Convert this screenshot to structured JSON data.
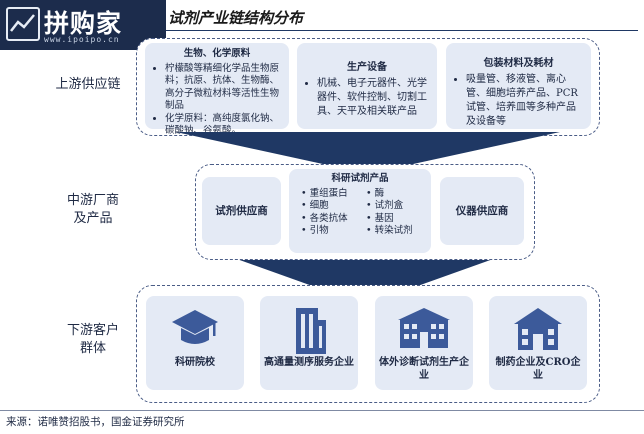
{
  "header": {
    "logo_text": "拼购家",
    "logo_url": "www.ipoipo.cn",
    "title": "试剂产业链结构分布"
  },
  "upstream": {
    "label_line1": "上游供应链",
    "cards": [
      {
        "title": "生物、化学原料",
        "items": [
          "柠檬酸等精细化学品生物原料；抗原、抗体、生物酶、高分子微粒材料等活性生物制品",
          "化学原料：高纯度氯化钠、碳酸钠、谷氨酸。"
        ]
      },
      {
        "title": "生产设备",
        "items": [
          "机械、电子元器件、光学器件、软件控制、切割工具、天平及相关联产品"
        ]
      },
      {
        "title": "包装材料及耗材",
        "items": [
          "吸量管、移液管、离心管、细胞培养产品、PCR试管、培养皿等多种产品及设备等"
        ]
      }
    ]
  },
  "midstream": {
    "label_line1": "中游厂商",
    "label_line2": "及产品",
    "left_card": "试剂供应商",
    "right_card": "仪器供应商",
    "center": {
      "title": "科研试剂产品",
      "items": [
        "重组蛋白",
        "酶",
        "细胞",
        "试剂盒",
        "各类抗体",
        "基因",
        "引物",
        "转染试剂"
      ]
    }
  },
  "downstream": {
    "label_line1": "下游客户",
    "label_line2": "群体",
    "entities": [
      {
        "name": "科研院校",
        "icon": "graduation-cap-icon"
      },
      {
        "name": "高通量测序服务企业",
        "icon": "office-building-icon"
      },
      {
        "name": "体外诊断试剂生产企业",
        "icon": "factory-building-icon"
      },
      {
        "name": "制药企业及CRO企业",
        "icon": "house-building-icon"
      }
    ]
  },
  "source": "来源：诺唯赞招股书，国金证券研究所",
  "colors": {
    "card_bg": "#e4eaf5",
    "arrow": "#1f3864",
    "icon": "#3c5a9a",
    "border": "#4a5c86"
  }
}
